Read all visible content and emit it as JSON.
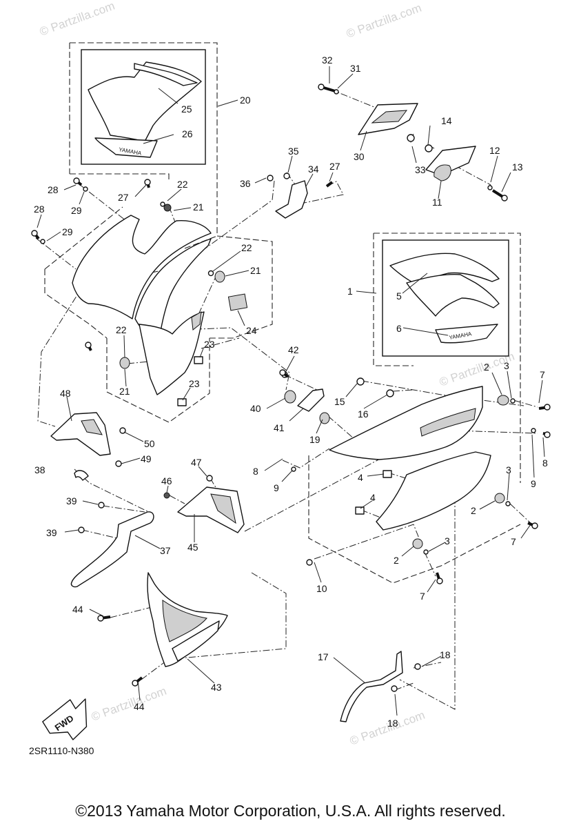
{
  "diagram": {
    "code": "2SR1110-N380",
    "copyright": "©2013 Yamaha Motor Corporation, U.S.A. All rights reserved.",
    "watermark": "© Partzilla.com",
    "fwd_label": "FWD",
    "emblem_text": "YAMAHA",
    "callouts": [
      {
        "id": "c32",
        "label": "32"
      },
      {
        "id": "c31",
        "label": "31"
      },
      {
        "id": "c20",
        "label": "20"
      },
      {
        "id": "c25",
        "label": "25"
      },
      {
        "id": "c26",
        "label": "26"
      },
      {
        "id": "c14",
        "label": "14"
      },
      {
        "id": "c30",
        "label": "30"
      },
      {
        "id": "c33",
        "label": "33"
      },
      {
        "id": "c12",
        "label": "12"
      },
      {
        "id": "c13",
        "label": "13"
      },
      {
        "id": "c11",
        "label": "11"
      },
      {
        "id": "c35",
        "label": "35"
      },
      {
        "id": "c34",
        "label": "34"
      },
      {
        "id": "c27a",
        "label": "27"
      },
      {
        "id": "c36",
        "label": "36"
      },
      {
        "id": "c28a",
        "label": "28"
      },
      {
        "id": "c29a",
        "label": "29"
      },
      {
        "id": "c27b",
        "label": "27"
      },
      {
        "id": "c22a",
        "label": "22"
      },
      {
        "id": "c21a",
        "label": "21"
      },
      {
        "id": "c28b",
        "label": "28"
      },
      {
        "id": "c29b",
        "label": "29"
      },
      {
        "id": "c22b",
        "label": "22"
      },
      {
        "id": "c21b",
        "label": "21"
      },
      {
        "id": "c24",
        "label": "24"
      },
      {
        "id": "c1",
        "label": "1"
      },
      {
        "id": "c5",
        "label": "5"
      },
      {
        "id": "c6",
        "label": "6"
      },
      {
        "id": "c22c",
        "label": "22"
      },
      {
        "id": "c21c",
        "label": "21"
      },
      {
        "id": "c23a",
        "label": "23"
      },
      {
        "id": "c23b",
        "label": "23"
      },
      {
        "id": "c42",
        "label": "42"
      },
      {
        "id": "c2a",
        "label": "2"
      },
      {
        "id": "c3a",
        "label": "3"
      },
      {
        "id": "c7a",
        "label": "7"
      },
      {
        "id": "c48",
        "label": "48"
      },
      {
        "id": "c15",
        "label": "15"
      },
      {
        "id": "c40",
        "label": "40"
      },
      {
        "id": "c16",
        "label": "16"
      },
      {
        "id": "c41",
        "label": "41"
      },
      {
        "id": "c19",
        "label": "19"
      },
      {
        "id": "c50",
        "label": "50"
      },
      {
        "id": "c8a",
        "label": "8"
      },
      {
        "id": "c9a",
        "label": "9"
      },
      {
        "id": "c49",
        "label": "49"
      },
      {
        "id": "c47",
        "label": "47"
      },
      {
        "id": "c38",
        "label": "38"
      },
      {
        "id": "c8b",
        "label": "8"
      },
      {
        "id": "c4a",
        "label": "4"
      },
      {
        "id": "c3b",
        "label": "3"
      },
      {
        "id": "c46",
        "label": "46"
      },
      {
        "id": "c9b",
        "label": "9"
      },
      {
        "id": "c4b",
        "label": "4"
      },
      {
        "id": "c2b",
        "label": "2"
      },
      {
        "id": "c39a",
        "label": "39"
      },
      {
        "id": "c7b",
        "label": "7"
      },
      {
        "id": "c39b",
        "label": "39"
      },
      {
        "id": "c37",
        "label": "37"
      },
      {
        "id": "c45",
        "label": "45"
      },
      {
        "id": "c3c",
        "label": "3"
      },
      {
        "id": "c2c",
        "label": "2"
      },
      {
        "id": "c10",
        "label": "10"
      },
      {
        "id": "c7c",
        "label": "7"
      },
      {
        "id": "c44a",
        "label": "44"
      },
      {
        "id": "c18a",
        "label": "18"
      },
      {
        "id": "c17",
        "label": "17"
      },
      {
        "id": "c43",
        "label": "43"
      },
      {
        "id": "c44b",
        "label": "44"
      },
      {
        "id": "c18b",
        "label": "18"
      }
    ]
  }
}
